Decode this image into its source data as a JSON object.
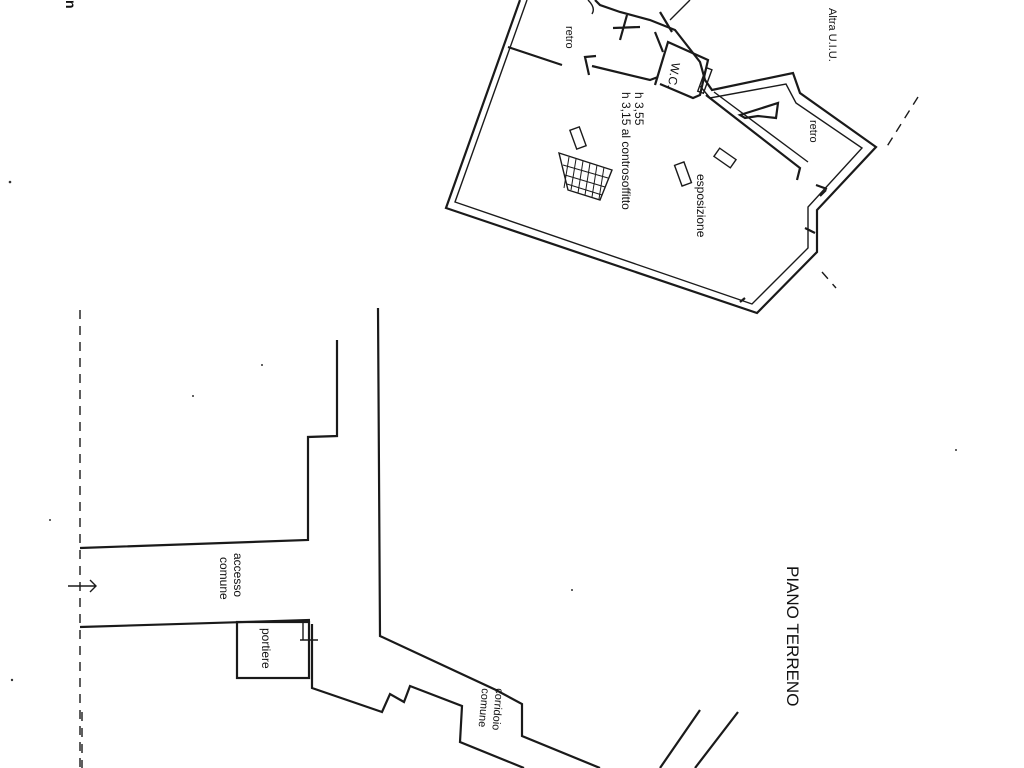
{
  "upper_unit": {
    "rooms": {
      "retro_top": "retro",
      "wc": "W.C.",
      "retro_right": "retro",
      "altra_uiu": "Altra U.I.U.",
      "height_main": "h 3,55",
      "height_ceiling": "h 3,15 al controsoffitto",
      "esposizione": "esposizione"
    }
  },
  "lower_area": {
    "accesso_line1": "accesso",
    "accesso_line2": "comune",
    "portiere": "portiere",
    "corridoio_line1": "corridoio",
    "corridoio_line2": "comune"
  },
  "floor_title": "PIANO TERRENO",
  "edge_fragment": "n"
}
